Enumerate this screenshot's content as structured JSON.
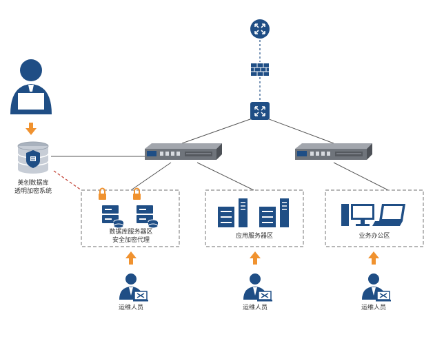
{
  "labels": {
    "encryption_system_line1": "美创数据库",
    "encryption_system_line2": "透明加密系统",
    "db_zone_line1": "数据库服务器区",
    "db_zone_line2": "安全加密代理",
    "app_zone": "应用服务器区",
    "office_zone": "业务办公区",
    "ops_staff_1": "运维人员",
    "ops_staff_2": "运维人员",
    "ops_staff_3": "运维人员"
  },
  "colors": {
    "navy": "#1f4e85",
    "orange": "#f0922f",
    "line_gray": "#555555",
    "dashed_red": "#c0392b",
    "dashed_box": "#8a8a8a",
    "device_gray": "#7b7f86",
    "device_panel": "#1f4e85"
  },
  "icons": {
    "router_top": "router-icon",
    "firewall": "firewall-icon",
    "router_core": "router-icon",
    "switch_left": "rack-switch-icon",
    "switch_right": "rack-switch-icon",
    "admin": "admin-with-laptop-icon",
    "database": "database-shield-icon",
    "db_server": "locked-server-icon",
    "app_server": "server-rack-icon",
    "desktop": "desktop-computer-icon",
    "laptop": "laptop-icon",
    "staff": "ops-staff-icon",
    "arrow": "up-arrow-icon"
  }
}
